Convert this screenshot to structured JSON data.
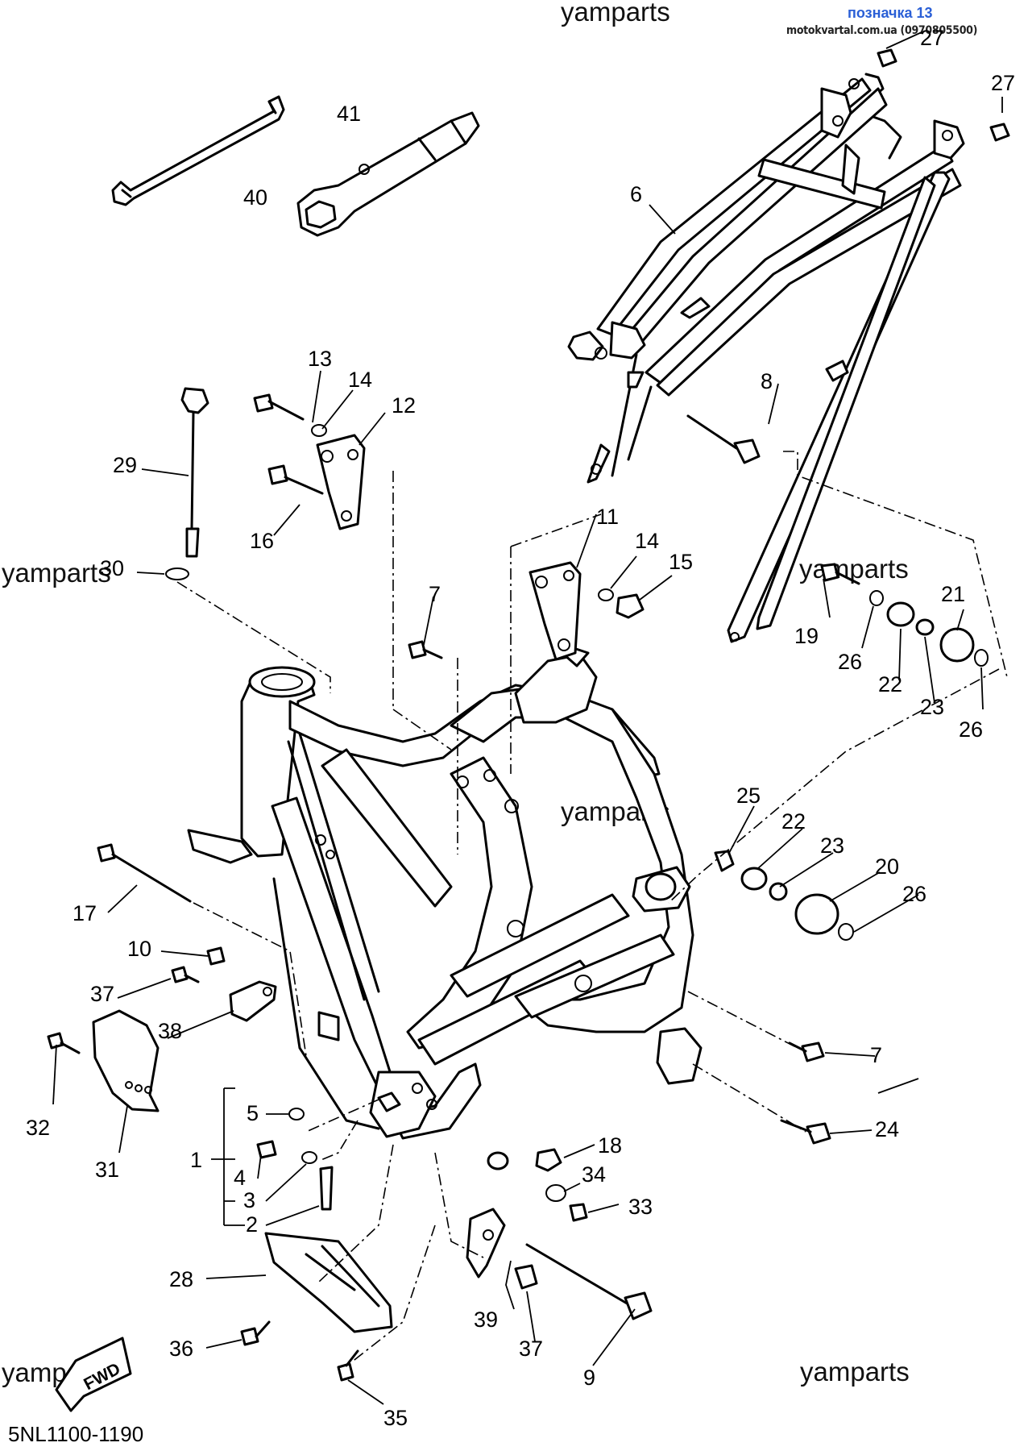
{
  "header": {
    "reference_link": "позначка 13",
    "site_caption": "motokvartal.com.ua (0970805500)"
  },
  "watermarks": [
    "yamparts",
    "yamparts",
    "yamparts",
    "yamparts",
    "yamparts",
    "yamparts"
  ],
  "diagram_code": "5NL1100-1190",
  "fwd_label": "FWD",
  "part_numbers": [
    "1",
    "2",
    "3",
    "4",
    "5",
    "6",
    "7",
    "7",
    "8",
    "9",
    "10",
    "11",
    "12",
    "13",
    "14",
    "14",
    "15",
    "16",
    "17",
    "18",
    "19",
    "20",
    "21",
    "22",
    "22",
    "23",
    "23",
    "24",
    "25",
    "26",
    "26",
    "26",
    "27",
    "27",
    "28",
    "29",
    "30",
    "31",
    "32",
    "33",
    "34",
    "35",
    "36",
    "37",
    "37",
    "38",
    "39",
    "40",
    "41"
  ]
}
